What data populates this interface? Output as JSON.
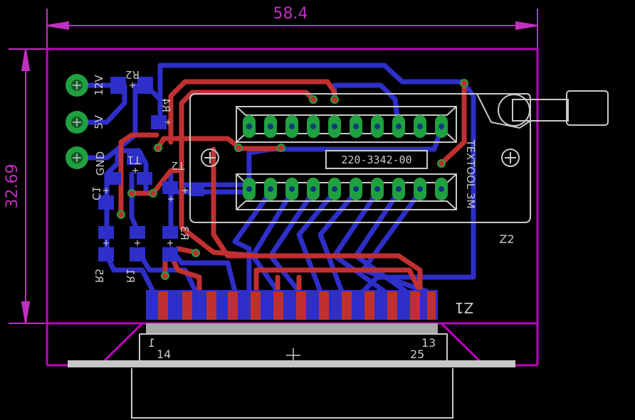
{
  "dimensions": {
    "width_label": "58.4",
    "height_label": "32.69"
  },
  "connectors": [
    {
      "label": "12V"
    },
    {
      "label": "5V"
    },
    {
      "label": "GND"
    }
  ],
  "components": {
    "r2": "R2",
    "r4": "R4",
    "t1": "T1",
    "t2": "T2",
    "c1": "C1",
    "r5": "R5",
    "r1": "R1",
    "r3": "R3",
    "z1": "Z1",
    "z2": "Z2"
  },
  "socket": {
    "part_number": "220-3342-00",
    "brand": "TEXTOOL 3M"
  },
  "dsub": {
    "pin1": "1",
    "pin13": "13",
    "pin14": "14",
    "pin25": "25"
  },
  "colors": {
    "background": "#000000",
    "board_outline": "#c000c0",
    "dimension": "#c030c0",
    "top_copper": "#c03030",
    "bottom_copper": "#2e2ec8",
    "silkscreen": "#c8c8c8",
    "pad_green": "#20a040",
    "via_ring": "#20a040"
  }
}
